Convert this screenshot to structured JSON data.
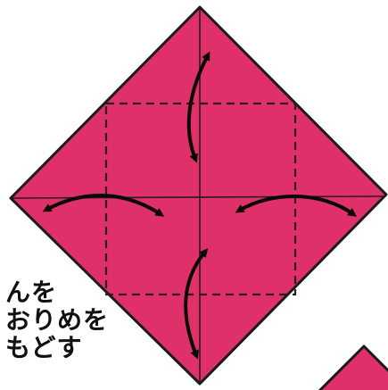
{
  "colors": {
    "paper_fill": "#e0306a",
    "paper_outline": "#1a1a1a",
    "crease_line": "#2a1a20",
    "arrow": "#0a0a0a",
    "background": "#ffffff",
    "caption_text": "#111111"
  },
  "instruction": {
    "lines": [
      "んを",
      "おりめを",
      "もどす"
    ]
  },
  "diagram": {
    "shape": "diamond-square-paper",
    "fold_lines": [
      "horizontal-center-crease",
      "vertical-center-crease"
    ],
    "valley_fold_square": "dashed-square-lines",
    "arrows": [
      "up-arrow",
      "down-arrow",
      "left-arrow",
      "right-arrow"
    ],
    "next_paper_corner": "partial-diamond-corner"
  }
}
